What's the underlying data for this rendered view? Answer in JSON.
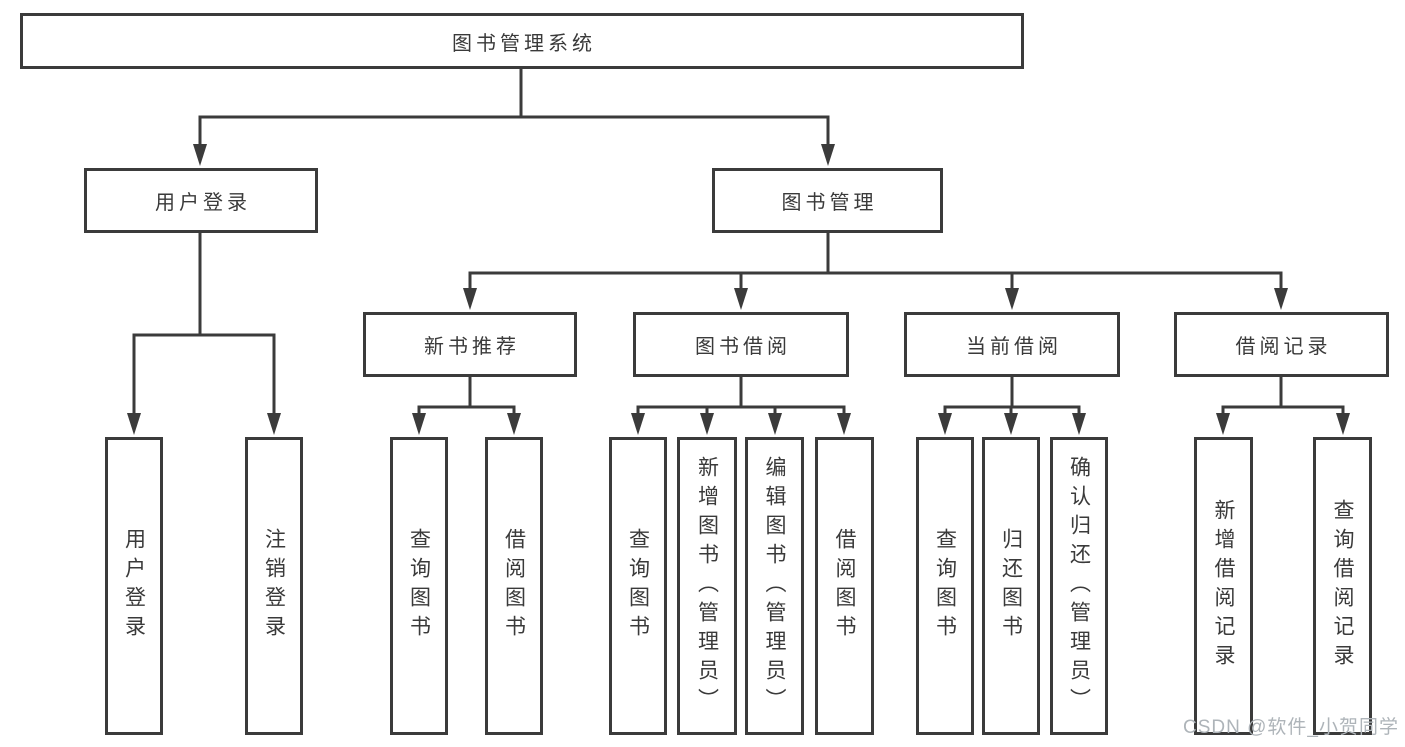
{
  "tree": {
    "root": {
      "label": "图书管理系统"
    },
    "children": [
      {
        "label": "用户登录",
        "children": [
          {
            "label": "用户登录"
          },
          {
            "label": "注销登录"
          }
        ]
      },
      {
        "label": "图书管理",
        "children": [
          {
            "label": "新书推荐",
            "children": [
              {
                "label": "查询图书"
              },
              {
                "label": "借阅图书"
              }
            ]
          },
          {
            "label": "图书借阅",
            "children": [
              {
                "label": "查询图书"
              },
              {
                "label": "新增图书（管理员）"
              },
              {
                "label": "编辑图书（管理员）"
              },
              {
                "label": "借阅图书"
              }
            ]
          },
          {
            "label": "当前借阅",
            "children": [
              {
                "label": "查询图书"
              },
              {
                "label": "归还图书"
              },
              {
                "label": "确认归还（管理员）"
              }
            ]
          },
          {
            "label": "借阅记录",
            "children": [
              {
                "label": "新增借阅记录"
              },
              {
                "label": "查询借阅记录"
              }
            ]
          }
        ]
      }
    ]
  },
  "watermark": {
    "text": "CSDN @软件_小贺同学"
  },
  "colors": {
    "line": "#3b3b3b",
    "text": "#3a3a3a",
    "background": "#ffffff",
    "watermark": "#aeb4b9"
  }
}
